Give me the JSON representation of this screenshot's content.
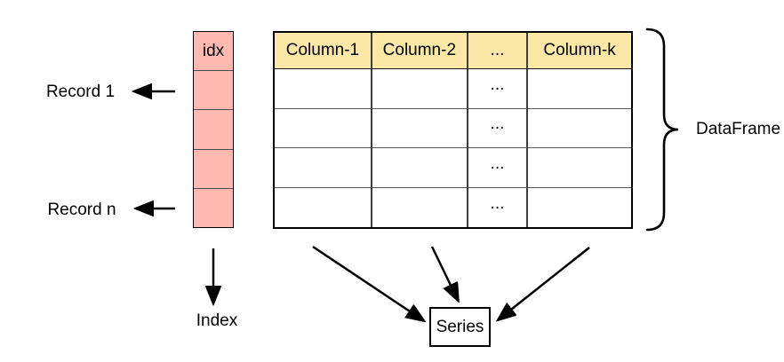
{
  "colors": {
    "idx_fill": "#FFB9B0",
    "header_fill": "#FBE8A6",
    "line": "#000000",
    "background": "#FFFFFF"
  },
  "index_column": {
    "header": "idx",
    "body_cell_count": 4
  },
  "table": {
    "headers": [
      "Column-1",
      "Column-2",
      "...",
      "Column-k"
    ],
    "body_row_count": 4,
    "ellipsis": "..."
  },
  "labels": {
    "record_first": "Record 1",
    "record_last": "Record n",
    "dataframe": "DataFrame",
    "index": "Index",
    "series": "Series"
  }
}
